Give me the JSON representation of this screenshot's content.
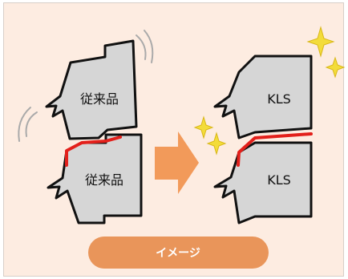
{
  "left": {
    "top_label": "従来品",
    "bottom_label": "従来品"
  },
  "right": {
    "top_label": "KLS",
    "bottom_label": "KLS"
  },
  "caption": {
    "text": "イメージ"
  },
  "colors": {
    "background": "#fdece1",
    "part_fill": "#d6d6d6",
    "outline": "#111111",
    "seal": "#e3201b",
    "arrow": "#f29a5a",
    "pill": "#e9955a",
    "sparkle": "#f3dc3a",
    "vibration": "#aaaaaa"
  }
}
